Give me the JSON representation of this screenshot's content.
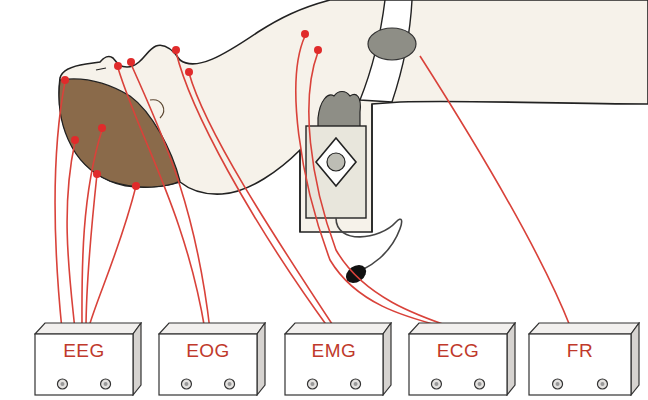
{
  "diagram": {
    "nodes": [
      {
        "text": [
          "EEG"
        ]
      },
      {
        "text": [
          "EOG"
        ]
      },
      {
        "text": [
          "EMG"
        ]
      },
      {
        "text": [
          "ECG"
        ]
      },
      {
        "text": [
          "FR"
        ]
      }
    ]
  }
}
